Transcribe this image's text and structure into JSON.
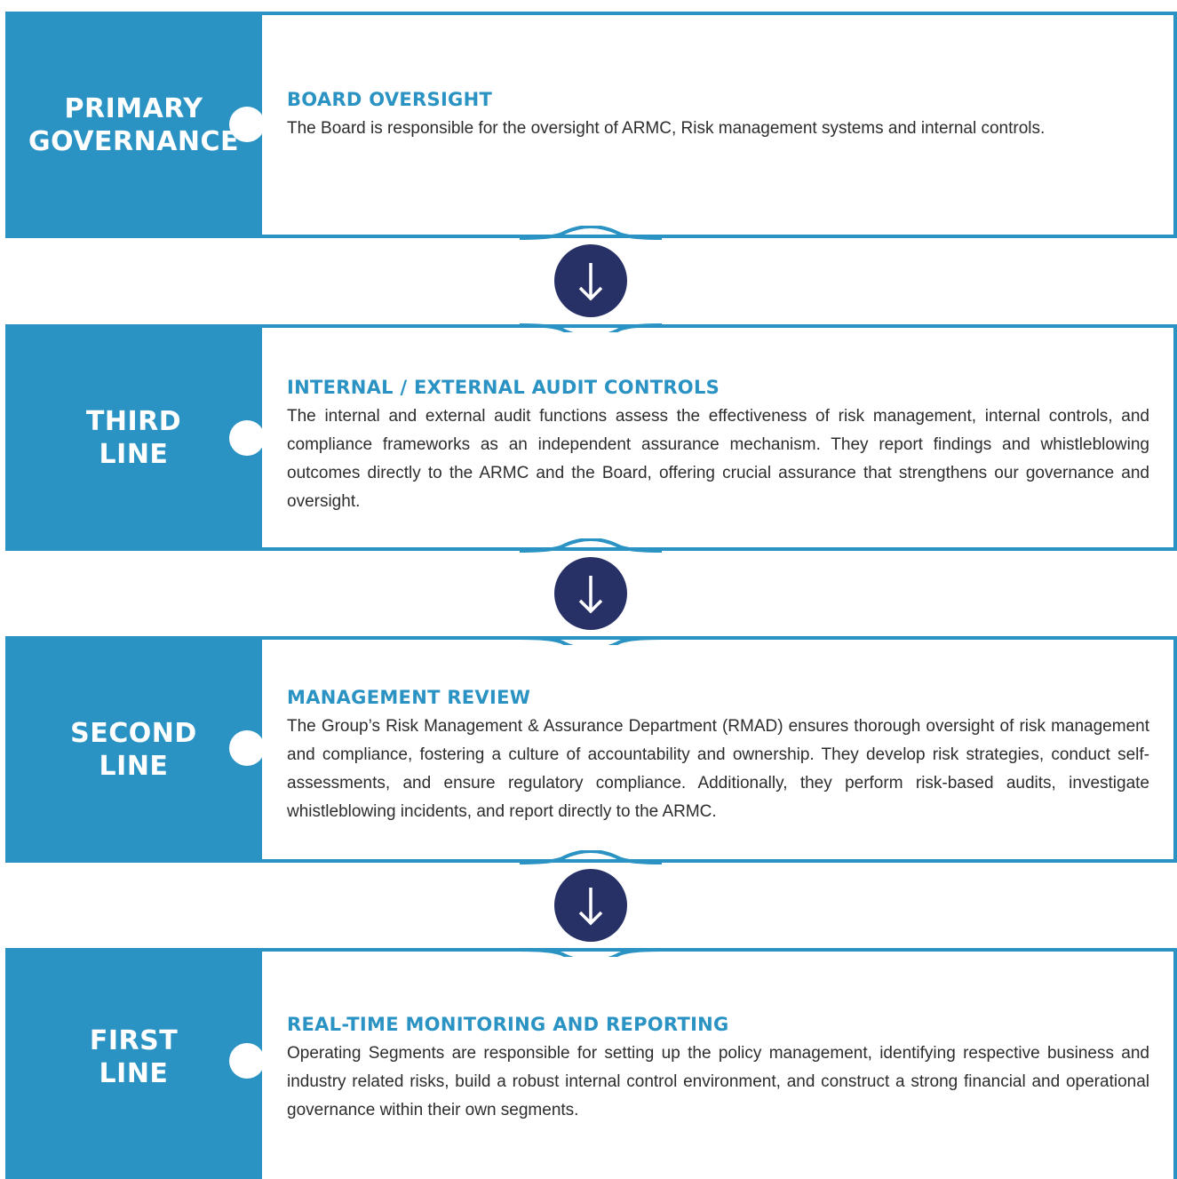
{
  "colors": {
    "accent": "#2a93c3",
    "circle": "#273166",
    "text": "#2d2d2d"
  },
  "tiers": [
    {
      "label": "PRIMARY\nGOVERNANCE",
      "heading": "BOARD OVERSIGHT",
      "description": "The Board is responsible for the oversight of ARMC, Risk management systems and internal controls."
    },
    {
      "label": "THIRD\nLINE",
      "heading": "INTERNAL / EXTERNAL AUDIT CONTROLS",
      "description": "The internal and external audit functions assess the effectiveness of risk management, internal controls, and compliance frameworks as an independent assurance mechanism. They report findings and whistleblowing outcomes directly to the ARMC and the Board, offering crucial assurance that strengthens our governance and oversight."
    },
    {
      "label": "SECOND\nLINE",
      "heading": "MANAGEMENT REVIEW",
      "description": "The Group’s Risk Management & Assurance Department (RMAD) ensures thorough oversight of risk management and compliance, fostering a culture of accountability and ownership. They develop risk strategies, conduct self-assessments, and ensure regulatory compliance. Additionally, they perform risk-based audits, investigate whistleblowing incidents, and report directly to the ARMC."
    },
    {
      "label": "FIRST\nLINE",
      "heading": "REAL-TIME MONITORING AND REPORTING",
      "description": "Operating Segments are responsible for setting up the policy management, identifying respective business and industry related risks, build a robust internal control environment, and construct a strong financial and operational governance within their own segments."
    }
  ],
  "connectors": [
    {
      "icon": "arrow-down-icon"
    },
    {
      "icon": "arrow-down-icon"
    },
    {
      "icon": "arrow-down-icon"
    }
  ]
}
